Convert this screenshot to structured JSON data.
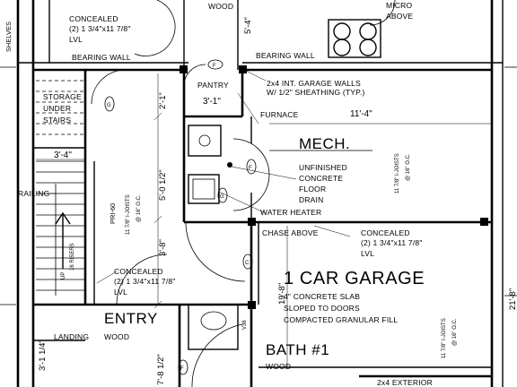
{
  "labels": {
    "shelves": "SHELVES",
    "wood_top": "WOOD",
    "micro": "MICRO",
    "above": "ABOVE",
    "concealed_top": "CONCEALED",
    "concealed_top_spec": "(2) 1 3/4\"x11 7/8\"",
    "concealed_top_lvl": "LVL",
    "bearing_wall_left": "BEARING WALL",
    "bearing_wall_right": "BEARING WALL",
    "garage_walls": "2x4 INT. GARAGE WALLS",
    "sheathing": "W/ 1/2\" SHEATHING (TYP.)",
    "pantry": "PANTRY",
    "storage_1": "STORAGE",
    "storage_2": "UNDER",
    "storage_3": "STAIRS",
    "furnace": "FURNACE",
    "mech": "MECH.",
    "unfinished": "UNFINISHED",
    "concrete": "CONCRETE",
    "floor": "FLOOR",
    "drain": "DRAIN",
    "water_heater": "WATER HEATER",
    "railing": "RAILING",
    "pri": "PRI-60",
    "joists_left_1": "11 7/8\" I-JOISTS",
    "joists_left_2": "@ 16\" O.C.",
    "risers": "16 RISERS",
    "up": "UP",
    "chase": "CHASE ABOVE",
    "concealed_right": "CONCEALED",
    "concealed_right_spec": "(2) 1 3/4\"x11 7/8\"",
    "concealed_right_lvl": "LVL",
    "concealed_left": "CONCEALED",
    "concealed_left_spec": "(2) 1 3/4\"x11 7/8\"",
    "concealed_left_lvl": "LVL",
    "garage": "1 CAR GARAGE",
    "slab": "4\" CONCRETE SLAB",
    "sloped": "SLOPED TO DOORS",
    "compacted": "COMPACTED GRANULAR FILL",
    "entry": "ENTRY",
    "landing": "LANDING",
    "wood_landing": "WOOD",
    "bath": "BATH #1",
    "wood_bath": "WOOD",
    "exterior": "2x4 EXTERIOR",
    "joists_right_1": "11 7/8\" I-JOISTS",
    "joists_right_2": "@ 16\" O.C.",
    "joists_mech_1": "11 7/8\" I-JOISTS",
    "joists_mech_2": "@ 16\" O.C.",
    "tag_f1": "F",
    "tag_f2": "F",
    "tag_g1": "G",
    "tag_g2": "G",
    "tag_c": "C",
    "tag_v36": "V36",
    "tag_f3": "F"
  },
  "dimensions": {
    "d_5_4": "5'-4\"",
    "d_3_1": "3'-1\"",
    "d_2_1": "2'-1\"",
    "d_11_4": "11'-4\"",
    "d_3_4": "3'-4\"",
    "d_5_0_half": "5'-0 1/2\"",
    "d_3_8": "3'-8\"",
    "d_19_8": "19'-8\"",
    "d_3_1q": "3'-1 1/4\"",
    "d_7_8_half": "7'-8 1/2\"",
    "d_21_8": "21'-8\""
  }
}
